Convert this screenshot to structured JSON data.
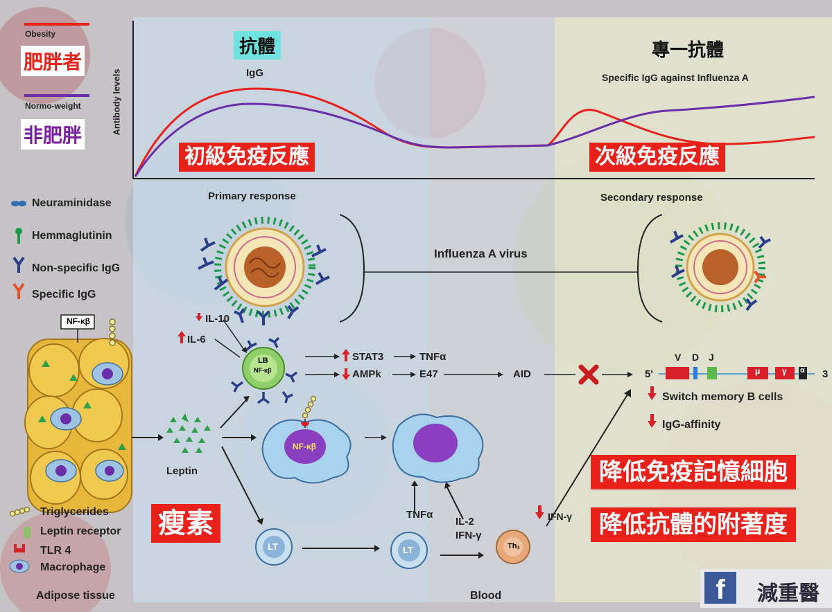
{
  "legend_top": {
    "obesity_label": "Obesity",
    "obesity_cn": "肥胖者",
    "normo_label": "Normo-weight",
    "normo_cn": "非肥胖",
    "obesity_color": "#e8211a",
    "normo_color": "#6a2fa8"
  },
  "chart": {
    "ylabel": "Antibody levels",
    "left_title_cn": "抗體",
    "left_sub": "IgG",
    "right_title_cn": "專一抗體",
    "right_sub": "Specific IgG against Influenza A",
    "primary_cn": "初級免疫反應",
    "secondary_cn": "次級免疫反應",
    "primary_en": "Primary response",
    "secondary_en": "Secondary response"
  },
  "legend_left": {
    "items": [
      "Neuraminidase",
      "Hemmaglutinin",
      "Non-specific IgG",
      "Specific IgG"
    ]
  },
  "virus_label": "Influenza A virus",
  "pathway": {
    "nfkb": "NF-κβ",
    "il10": "IL-10",
    "il6": "IL-6",
    "lb": "LB",
    "lb_nfkb": "NF-κβ",
    "stat3": "STAT3",
    "tnfa1": "TNFα",
    "ampk": "AMPk",
    "e47": "E47",
    "aid": "AID",
    "five_prime": "5'",
    "three_prime": "3",
    "v": "V",
    "d": "D",
    "j": "J",
    "mu": "μ",
    "gamma": "γ",
    "alpha": "α",
    "switch_memory": "Switch memory B cells",
    "igg_affinity": "IgG-affinity",
    "leptin": "Leptin",
    "macro_nfkb": "NF-κβ",
    "tnfa2": "TNFα",
    "il2": "IL-2",
    "ifng1": "IFN-γ",
    "ifng2": "IFN-γ",
    "lt1": "LT",
    "lt2": "LT",
    "th1": "Th₁"
  },
  "bottom_legend": {
    "items": [
      "Triglycerides",
      "Leptin receptor",
      "TLR 4",
      "Macrophage"
    ],
    "adipose": "Adipose tissue",
    "blood": "Blood"
  },
  "callouts": {
    "leptin_cn": "瘦素",
    "memory_cn": "降低免疫記憶細胞",
    "affinity_cn": "降低抗體的附著度"
  },
  "brand": {
    "fb_letter": "f",
    "name_cn": "減重醫"
  }
}
